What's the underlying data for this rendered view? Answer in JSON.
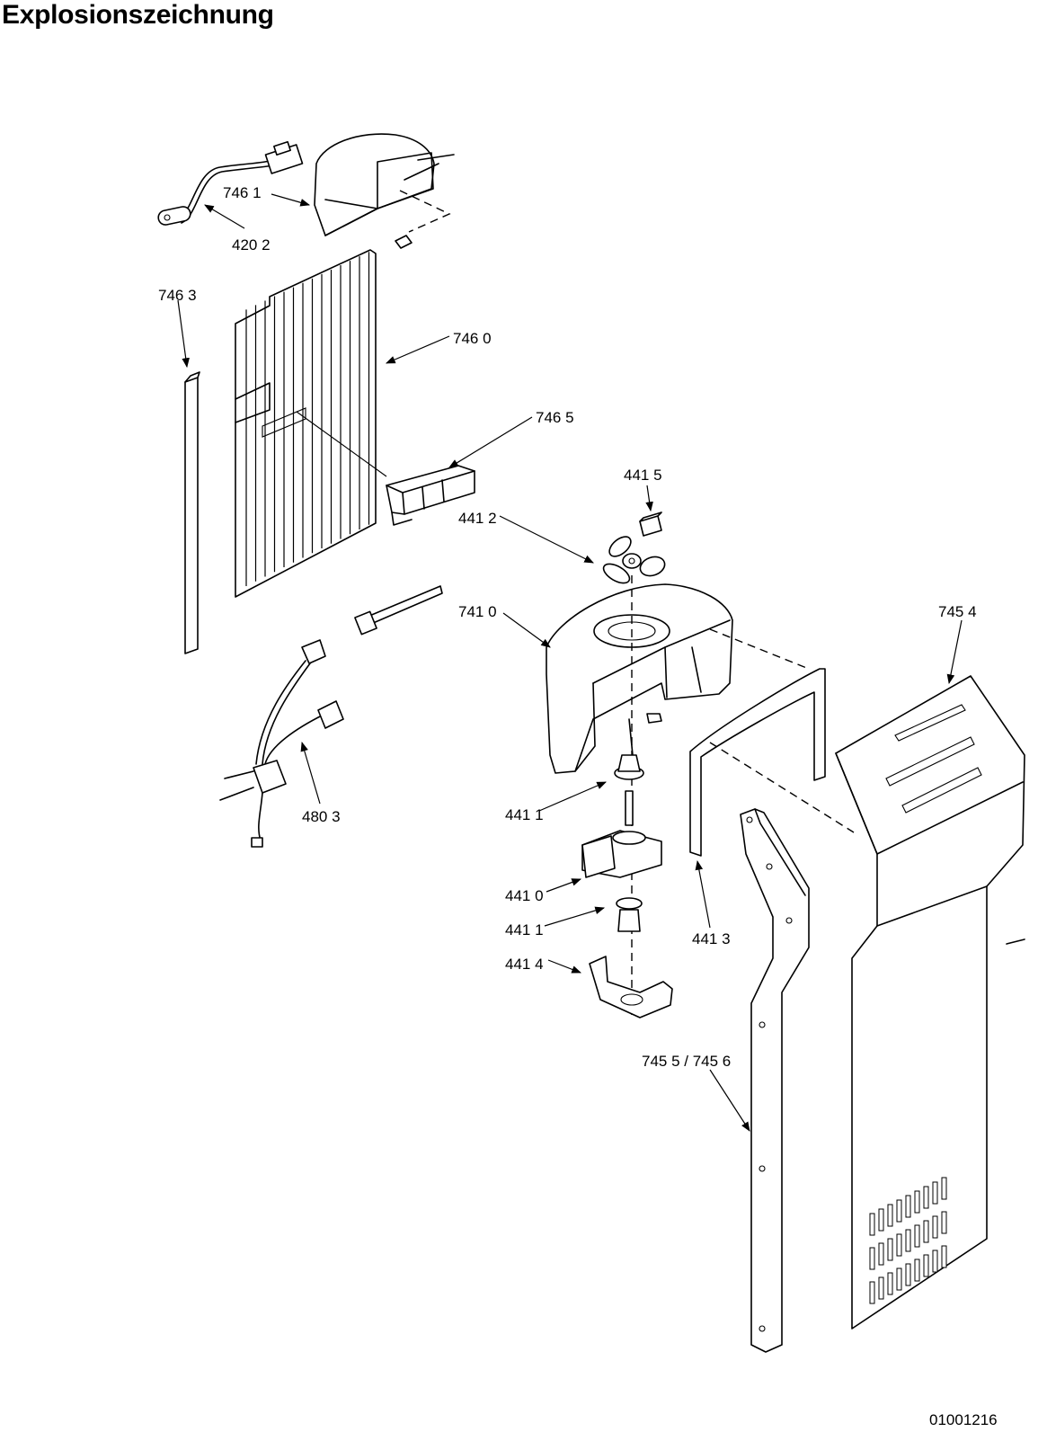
{
  "title": "Explosionszeichnung",
  "document_number": "01001216",
  "callouts": [
    {
      "id": "746-1",
      "text": "746 1"
    },
    {
      "id": "420-2",
      "text": "420 2"
    },
    {
      "id": "746-3",
      "text": "746 3"
    },
    {
      "id": "746-0",
      "text": "746 0"
    },
    {
      "id": "746-5",
      "text": "746 5"
    },
    {
      "id": "441-5",
      "text": "441 5"
    },
    {
      "id": "441-2",
      "text": "441 2"
    },
    {
      "id": "741-0",
      "text": "741 0"
    },
    {
      "id": "745-4",
      "text": "745 4"
    },
    {
      "id": "480-3",
      "text": "480 3"
    },
    {
      "id": "441-1a",
      "text": "441 1"
    },
    {
      "id": "441-0",
      "text": "441 0"
    },
    {
      "id": "441-1b",
      "text": "441 1"
    },
    {
      "id": "441-4",
      "text": "441 4"
    },
    {
      "id": "441-3",
      "text": "441 3"
    },
    {
      "id": "745-5-6",
      "text": "745 5 / 745 6"
    }
  ]
}
